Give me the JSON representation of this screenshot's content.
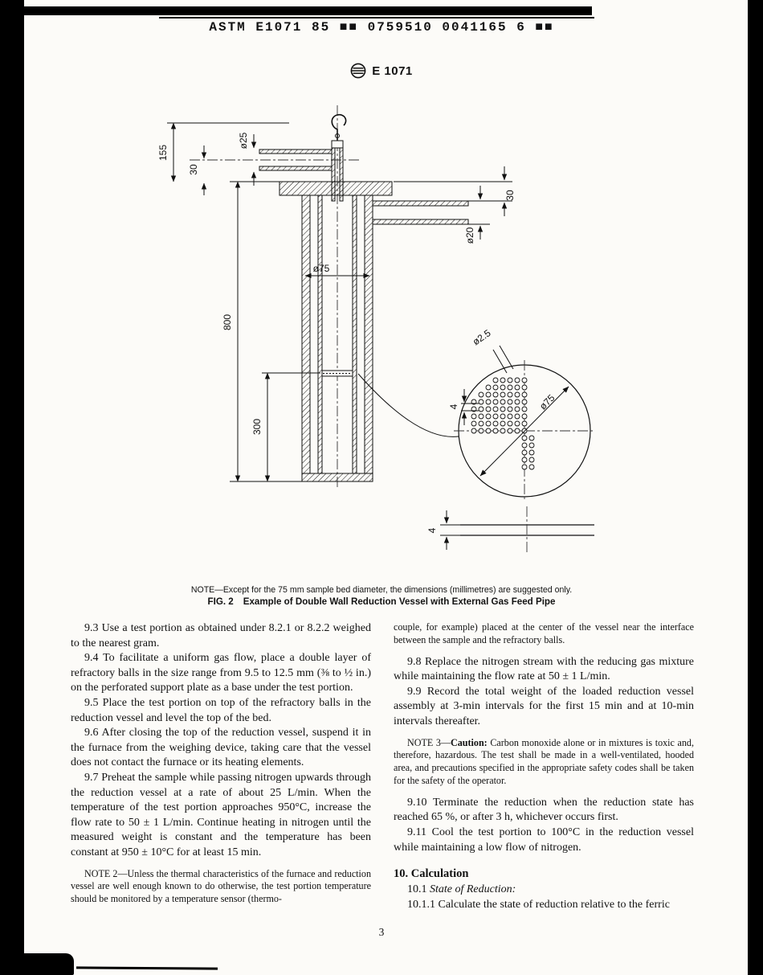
{
  "scan": {
    "header_code": "ASTM E1071 85 ■■ 0759510 0041165 6 ■■",
    "doc_number": "E 1071",
    "page_number": "3"
  },
  "figure": {
    "note": "NOTE—Except for the 75 mm sample bed diameter, the dimensions (millimetres) are suggested only.",
    "caption_label": "FIG. 2",
    "caption_text": "Example of Double Wall Reduction Vessel with External Gas Feed Pipe",
    "dims": {
      "height_155": "155",
      "dia_25": "ø25",
      "off_30_left": "30",
      "off_30_right": "30",
      "dia_20": "ø20",
      "dia_75_vessel": "ø75",
      "height_800": "800",
      "height_300": "300",
      "dia_2_5": "ø2.5",
      "pitch_4": "4",
      "dia_75_plate": "ø75",
      "thk_4": "4"
    }
  },
  "body": {
    "left": {
      "p_9_3": "9.3 Use a test portion as obtained under 8.2.1 or 8.2.2 weighed to the nearest gram.",
      "p_9_4": "9.4 To facilitate a uniform gas flow, place a double layer of refractory balls in the size range from 9.5 to 12.5 mm (⅜ to ½ in.) on the perforated support plate as a base under the test portion.",
      "p_9_5": "9.5 Place the test portion on top of the refractory balls in the reduction vessel and level the top of the bed.",
      "p_9_6": "9.6 After closing the top of the reduction vessel, suspend it in the furnace from the weighing device, taking care that the vessel does not contact the furnace or its heating elements.",
      "p_9_7": "9.7 Preheat the sample while passing nitrogen upwards through the reduction vessel at a rate of about 25 L/min. When the temperature of the test portion approaches 950°C, increase the flow rate to 50 ± 1 L/min. Continue heating in nitrogen until the measured weight is constant and the temperature has been constant at 950 ± 10°C for at least 15 min.",
      "note_2": "NOTE 2—Unless the thermal characteristics of the furnace and reduction vessel are well enough known to do otherwise, the test portion temperature should be monitored by a temperature sensor (thermo-"
    },
    "right": {
      "note_2_cont": "couple, for example) placed at the center of the vessel near the interface between the sample and the refractory balls.",
      "p_9_8": "9.8 Replace the nitrogen stream with the reducing gas mixture while maintaining the flow rate at 50 ± 1 L/min.",
      "p_9_9": "9.9 Record the total weight of the loaded reduction vessel assembly at 3-min intervals for the first 15 min and at 10-min intervals thereafter.",
      "note3_prefix": "NOTE 3—",
      "note3_caution": "Caution:",
      "note3_text": " Carbon monoxide alone or in mixtures is toxic and, therefore, hazardous. The test shall be made in a well-ventilated, hooded area, and precautions specified in the appropriate safety codes shall be taken for the safety of the operator.",
      "p_9_10": "9.10 Terminate the reduction when the reduction state has reached 65 %, or after 3 h, whichever occurs first.",
      "p_9_11": "9.11 Cool the test portion to 100°C in the reduction vessel while maintaining a low flow of nitrogen.",
      "h_10": "10. Calculation",
      "p_10_1_num": "10.1 ",
      "p_10_1_title": "State of Reduction:",
      "p_10_1_1": "10.1.1 Calculate the state of reduction relative to the ferric"
    }
  }
}
